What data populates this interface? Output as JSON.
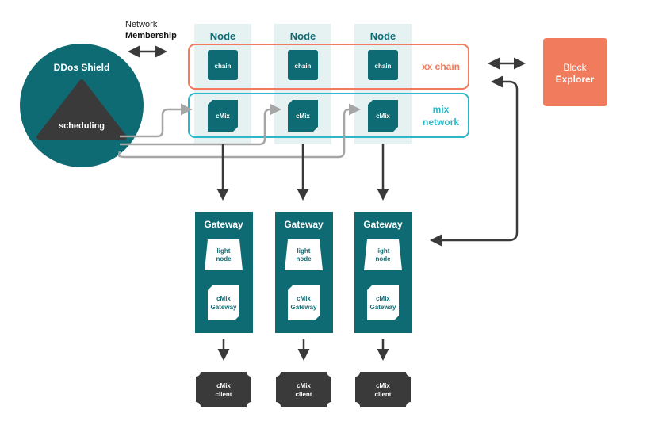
{
  "network_membership": {
    "line1": "Network",
    "line2": "Membership"
  },
  "ddos": {
    "title": "DDos Shield",
    "triangle_label": "scheduling"
  },
  "nodes": [
    {
      "header": "Node",
      "chain": "chain",
      "cmix": "cMix"
    },
    {
      "header": "Node",
      "chain": "chain",
      "cmix": "cMix"
    },
    {
      "header": "Node",
      "chain": "chain",
      "cmix": "cMix"
    }
  ],
  "xx_chain_label": "xx chain",
  "mix_network": {
    "line1": "mix",
    "line2": "network"
  },
  "block_explorer": {
    "line1": "Block",
    "line2": "Explorer"
  },
  "gateways": [
    {
      "title": "Gateway",
      "light": [
        "light",
        "node"
      ],
      "cgw": [
        "cMix",
        "Gateway"
      ],
      "client": [
        "cMix",
        "client"
      ]
    },
    {
      "title": "Gateway",
      "light": [
        "light",
        "node"
      ],
      "cgw": [
        "cMix",
        "Gateway"
      ],
      "client": [
        "cMix",
        "client"
      ]
    },
    {
      "title": "Gateway",
      "light": [
        "light",
        "node"
      ],
      "cgw": [
        "cMix",
        "Gateway"
      ],
      "client": [
        "cMix",
        "client"
      ]
    }
  ],
  "colors": {
    "teal": "#0f6b73",
    "node_bg": "#e6f1f1",
    "orange": "#f07b5d",
    "cyan": "#2bb9c9",
    "dark": "#3a3a3a",
    "gray": "#a6a6a6"
  }
}
